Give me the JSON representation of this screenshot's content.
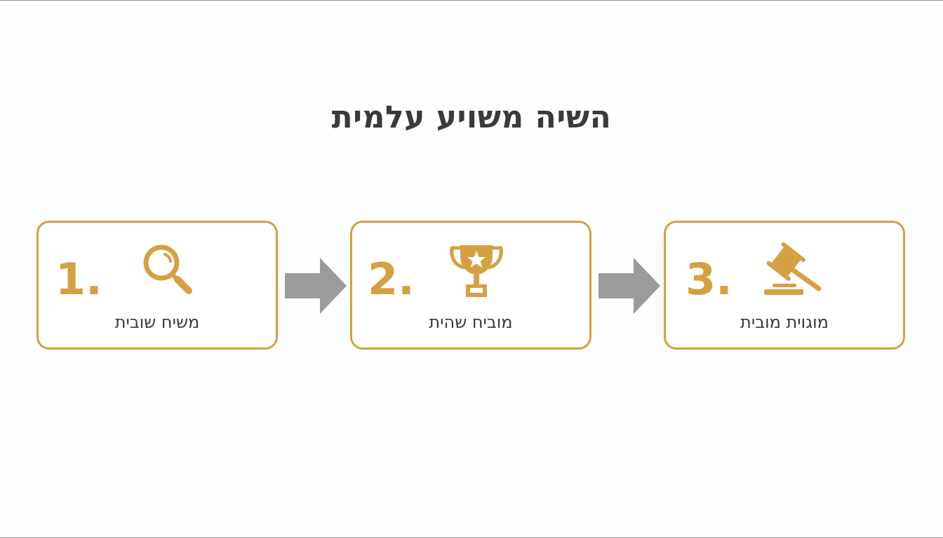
{
  "title": "השיה משויע עלמית",
  "colors": {
    "accent": "#d4a042",
    "text": "#3a3a3a",
    "arrow": "#9b9b9b",
    "background": "#fdfefe"
  },
  "steps": [
    {
      "number": "1.",
      "icon": "magnifying-glass-icon",
      "label": "משיח שובית"
    },
    {
      "number": "2.",
      "icon": "trophy-icon",
      "label": "מוביח שהית"
    },
    {
      "number": "3.",
      "icon": "gavel-icon",
      "label": "מוגוית מובית"
    }
  ],
  "connectors": [
    {
      "icon": "arrow-right-icon",
      "from": 1,
      "to": 2
    },
    {
      "icon": "arrow-right-icon",
      "from": 2,
      "to": 3
    }
  ]
}
